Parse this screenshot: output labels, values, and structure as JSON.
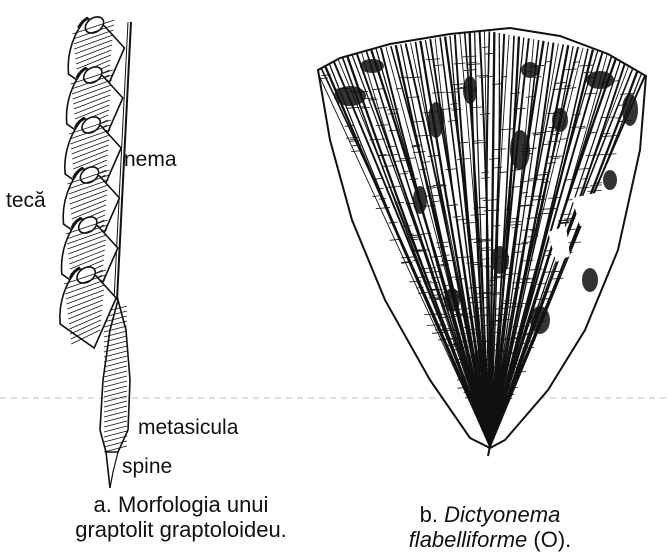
{
  "figure_a": {
    "labels": {
      "nema": "nema",
      "teca": "tecă",
      "metasicula": "metasicula",
      "spine": "spine"
    },
    "caption": {
      "line1": "a. Morfologia unui",
      "line2": "graptolit graptoloideu."
    }
  },
  "figure_b": {
    "caption": {
      "prefix": "b.",
      "species_line1": "Dictyonema",
      "species_line2": "flabelliforme",
      "suffix": "(O)."
    }
  },
  "colors": {
    "ink": "#111111",
    "paper": "#ffffff",
    "divider": "#bdbdbd"
  }
}
